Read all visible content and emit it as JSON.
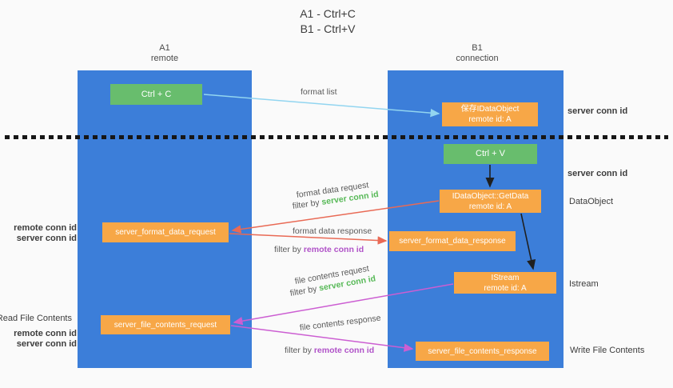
{
  "title": {
    "line1": "A1 - Ctrl+C",
    "line2": "B1 - Ctrl+V"
  },
  "lanes": {
    "a": {
      "name": "A1",
      "subtitle": "remote"
    },
    "b": {
      "name": "B1",
      "subtitle": "connection"
    }
  },
  "nodes": {
    "ctrl_c": {
      "label": "Ctrl + C"
    },
    "save_idataobject": {
      "line1": "保存IDataObject",
      "line2": "remote id: A"
    },
    "ctrl_v": {
      "label": "Ctrl + V"
    },
    "getdata": {
      "line1": "IDataObject::GetData",
      "line2": "remote id: A"
    },
    "format_request": {
      "label": "server_format_data_request"
    },
    "format_response": {
      "label": "server_format_data_response"
    },
    "istream": {
      "line1": "IStream",
      "line2": "remote id: A"
    },
    "file_request": {
      "label": "server_file_contents_request"
    },
    "file_response": {
      "label": "server_file_contents_response"
    }
  },
  "edges": {
    "format_list": {
      "label": "format list"
    },
    "format_request": {
      "label": "format data request",
      "filter": "filter by",
      "conn": "server conn id"
    },
    "format_response": {
      "label": "format data response",
      "filter": "filter by",
      "conn": "remote conn id"
    },
    "file_request": {
      "label": "file contents request",
      "filter": "filter by",
      "conn": "server conn id"
    },
    "file_response": {
      "label": "file contents response",
      "filter": "filter by",
      "conn": "remote conn id"
    }
  },
  "annotations": {
    "right": {
      "server_conn_top": "server conn id",
      "server_conn_mid": "server conn id",
      "dataobject": "DataObject",
      "istream": "Istream",
      "write_file_contents": "Write File Contents"
    },
    "left": {
      "remote_conn_top": "remote conn id",
      "server_conn_top": "server conn id",
      "read_file_contents": "Read File Contents",
      "remote_conn_bottom": "remote conn id",
      "server_conn_bottom": "server conn id"
    }
  },
  "colors": {
    "lane_blue": "#3c7ed9",
    "box_green": "#68bd6d",
    "box_orange": "#f7a747",
    "text_green": "#57b957",
    "text_purple": "#b052c8",
    "arrow_blue": "#92d5f0",
    "arrow_red": "#e96a55",
    "arrow_magenta": "#cc5ed2",
    "arrow_black": "#1f1f1f",
    "label_gray": "#5a5a5a"
  }
}
